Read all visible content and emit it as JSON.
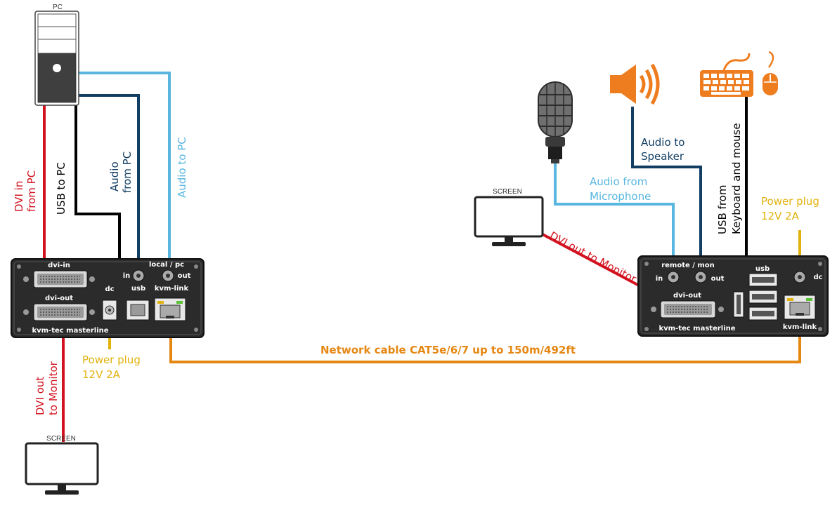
{
  "colors": {
    "dvi": "#d2121e",
    "usb": "#000000",
    "audio_dark": "#123e63",
    "audio_light": "#58b6e0",
    "power": "#e2b20c",
    "network": "#e58713",
    "icon_orange": "#ee7d1f",
    "device": "#2b2b2b"
  },
  "devices": {
    "pc": "PC",
    "screen_left": "SCREEN",
    "screen_right": "SCREEN"
  },
  "local_unit": {
    "dvi_in": "dvi-in",
    "dvi_out": "dvi-out",
    "dc": "dc",
    "usb": "usb",
    "local_pc": "local / pc",
    "in": "in",
    "out": "out",
    "kvm_link": "kvm-link",
    "brand": "kvm-tec masterline"
  },
  "remote_unit": {
    "remote_mon": "remote / mon",
    "in": "in",
    "out": "out",
    "dvi_out": "dvi-out",
    "usb": "usb",
    "dc": "dc",
    "kvm_link": "kvm-link",
    "brand": "kvm-tec masterline"
  },
  "labels": {
    "dvi_in_1": "DVI in",
    "dvi_in_2": "from PC",
    "usb_to_pc": "USB to PC",
    "audio_from_pc_1": "Audio",
    "audio_from_pc_2": "from PC",
    "audio_to_pc": "Audio to PC",
    "dvi_out_left_1": "DVI out",
    "dvi_out_left_2": "to Monitor",
    "power_left_1": "Power plug",
    "power_left_2": "12V 2A",
    "network": "Network cable CAT5e/6/7 up to 150m/492ft",
    "dvi_out_right": "DVI out to Monitor",
    "audio_from_mic_1": "Audio from",
    "audio_from_mic_2": "Microphone",
    "audio_to_speaker_1": "Audio to",
    "audio_to_speaker_2": "Speaker",
    "usb_from_kbd_1": "USB from",
    "usb_from_kbd_2": "Keyboard and mouse",
    "power_right_1": "Power plug",
    "power_right_2": "12V 2A"
  }
}
